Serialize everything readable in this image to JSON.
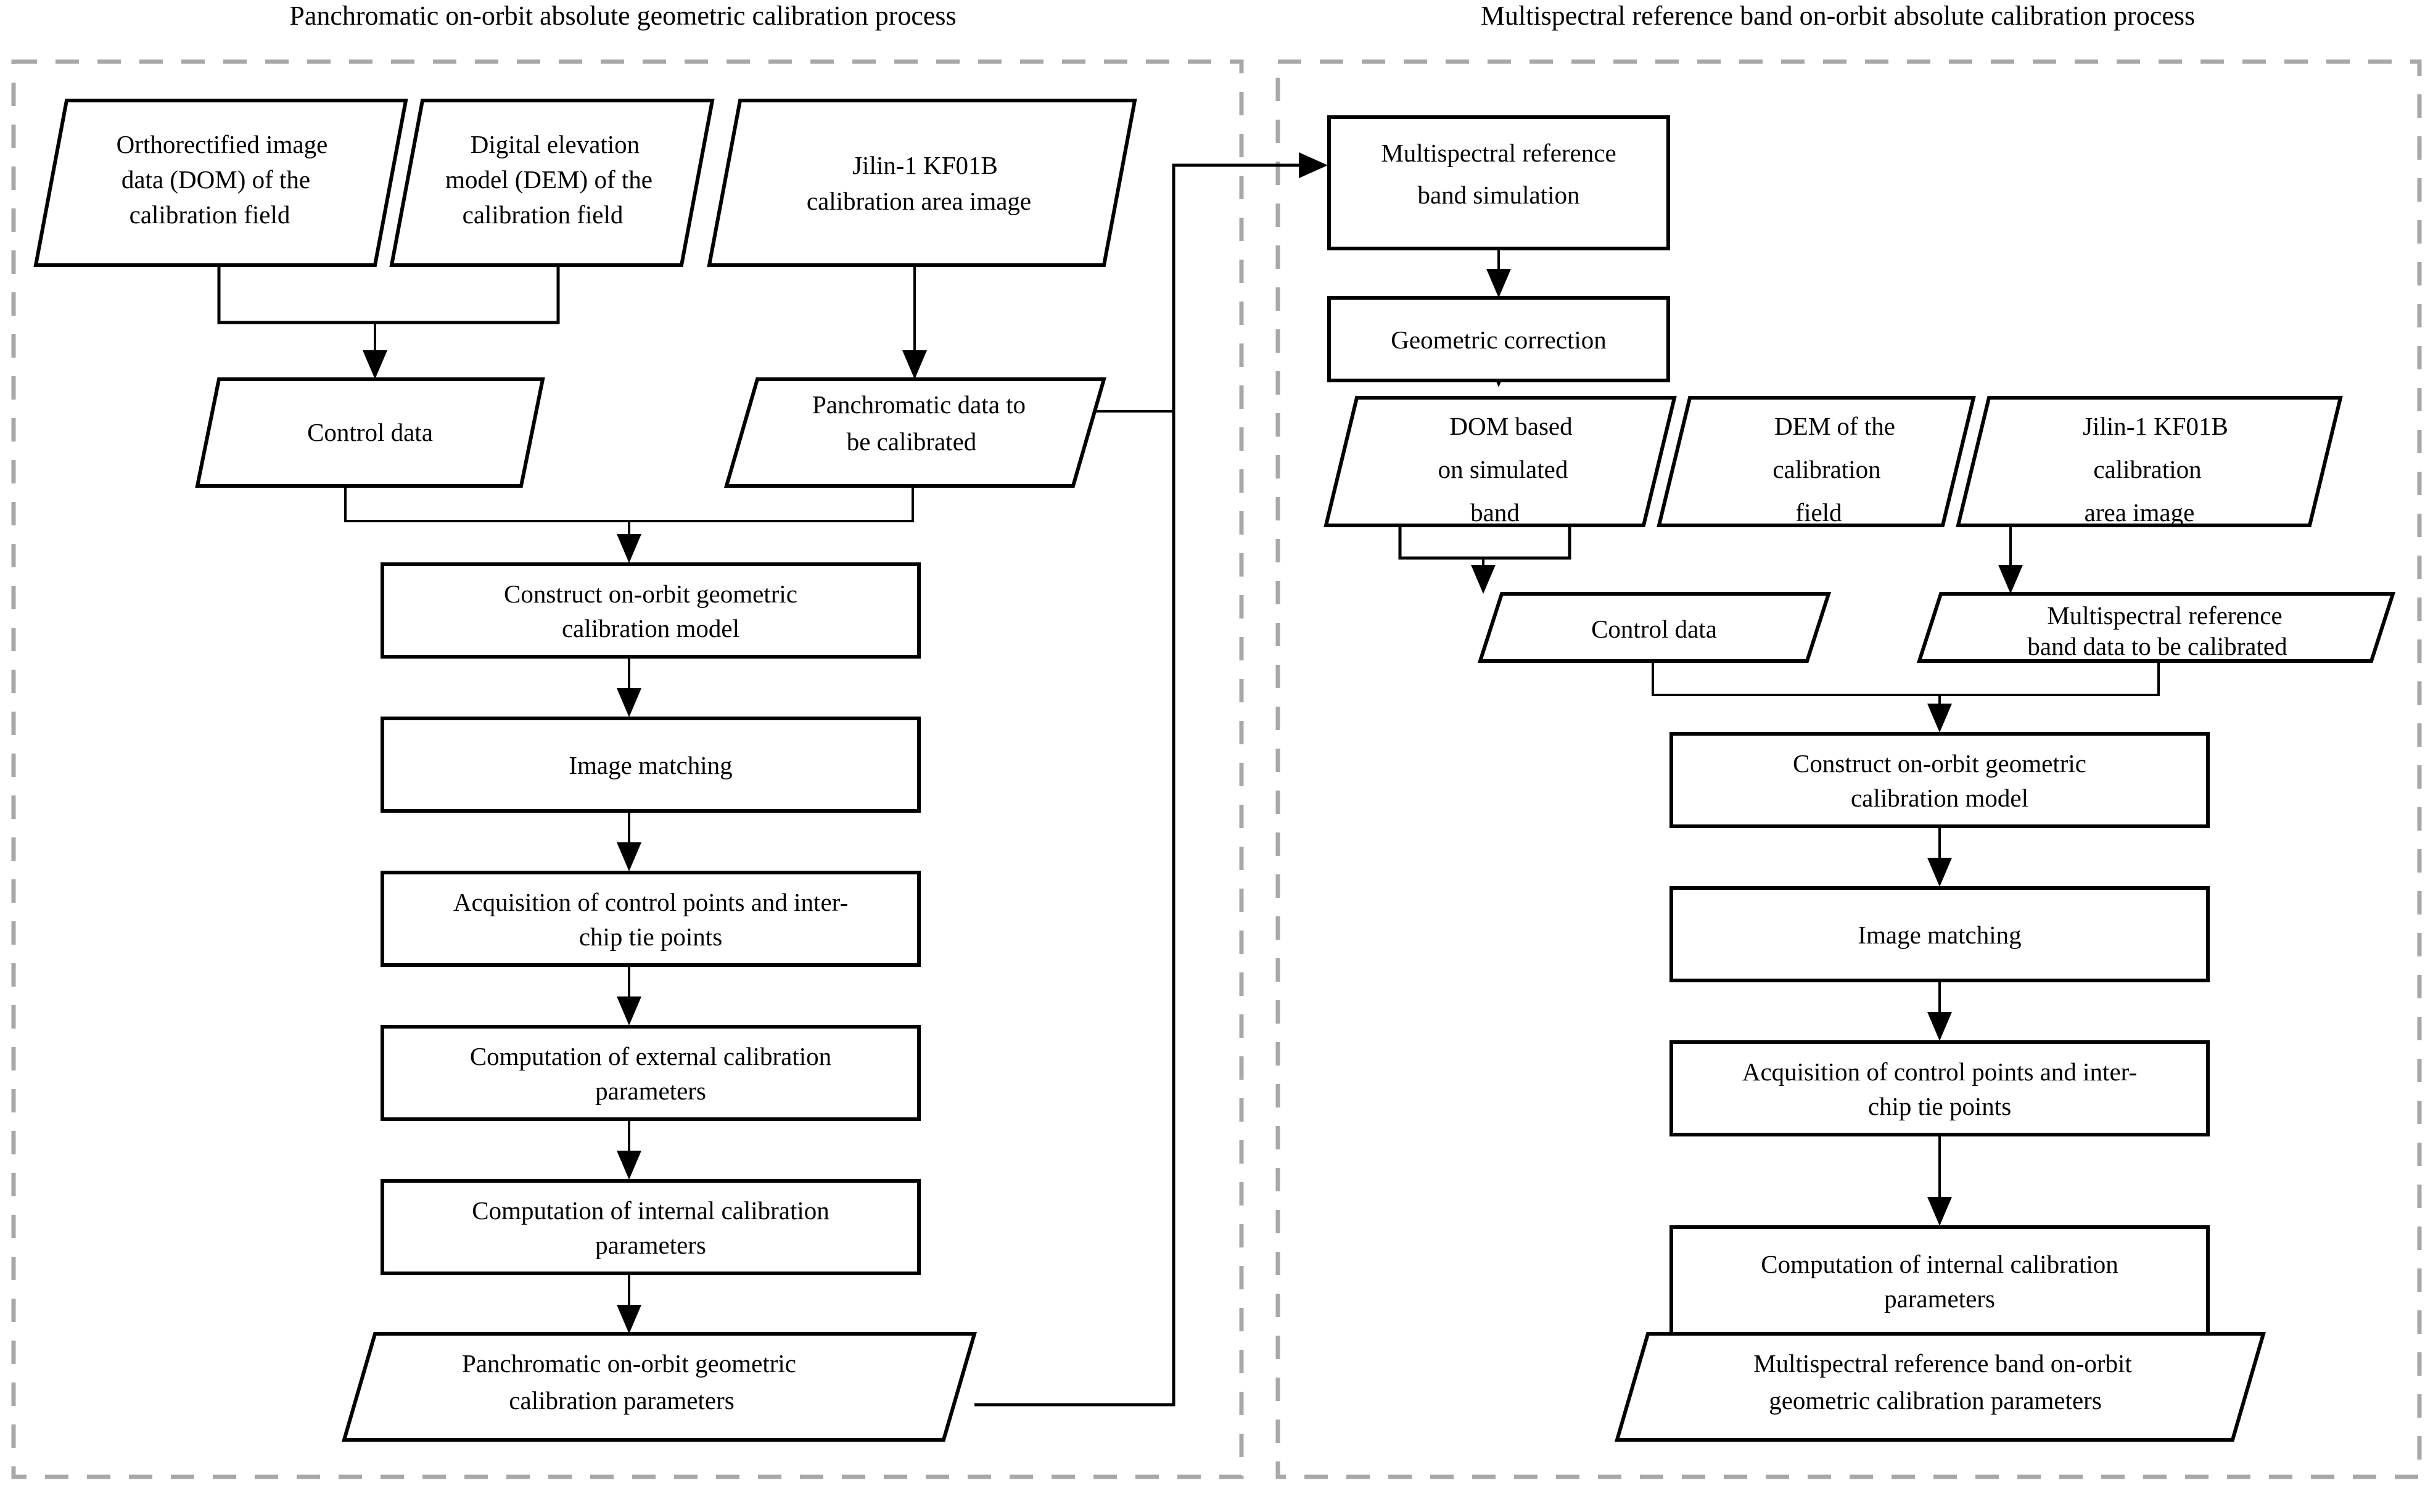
{
  "panels": [
    {
      "id": "panchromatic",
      "title": "Panchromatic on-orbit absolute geometric calibration process"
    },
    {
      "id": "multispectral",
      "title": "Multispectral reference band on-orbit absolute calibration process"
    }
  ],
  "colors": {
    "shape_stroke": "#000000",
    "shape_fill": "#ffffff",
    "dashed_frame": "#a8a8a8",
    "connector": "#000000",
    "text": "#000000"
  },
  "left_panel": {
    "nodes": [
      {
        "id": "dom",
        "shape": "parallelogram",
        "lines": [
          "Orthorectified image",
          "data (DOM) of the",
          "calibration field"
        ]
      },
      {
        "id": "dem",
        "shape": "parallelogram",
        "lines": [
          "Digital elevation",
          "model (DEM) of the",
          "calibration field"
        ]
      },
      {
        "id": "kf01b-image",
        "shape": "parallelogram",
        "lines": [
          "Jilin-1 KF01B",
          "calibration area image"
        ]
      },
      {
        "id": "control-data",
        "shape": "parallelogram",
        "lines": [
          "Control data"
        ]
      },
      {
        "id": "pan-data",
        "shape": "parallelogram",
        "lines": [
          "Panchromatic data to",
          "be calibrated"
        ]
      },
      {
        "id": "construct-model",
        "shape": "rect",
        "lines": [
          "Construct on-orbit geometric",
          "calibration model"
        ]
      },
      {
        "id": "image-matching",
        "shape": "rect",
        "lines": [
          "Image matching"
        ]
      },
      {
        "id": "acquisition",
        "shape": "rect",
        "lines": [
          "Acquisition of control points and inter-",
          "chip tie points"
        ]
      },
      {
        "id": "external-params",
        "shape": "rect",
        "lines": [
          "Computation of external calibration",
          "parameters"
        ]
      },
      {
        "id": "internal-params",
        "shape": "rect",
        "lines": [
          "Computation of internal calibration",
          "parameters"
        ]
      },
      {
        "id": "pan-output",
        "shape": "parallelogram",
        "lines": [
          "Panchromatic on-orbit geometric",
          "calibration parameters"
        ]
      }
    ]
  },
  "right_panel": {
    "nodes": [
      {
        "id": "band-simulation",
        "shape": "rect",
        "lines": [
          "Multispectral reference",
          "band simulation"
        ]
      },
      {
        "id": "geometric-correction",
        "shape": "rect",
        "lines": [
          "Geometric correction"
        ]
      },
      {
        "id": "dom-simulated",
        "shape": "parallelogram",
        "lines": [
          "DOM based",
          "on simulated",
          "band"
        ]
      },
      {
        "id": "dem-field",
        "shape": "parallelogram",
        "lines": [
          "DEM of the",
          "calibration",
          "field"
        ]
      },
      {
        "id": "kf01b-image-2",
        "shape": "parallelogram",
        "lines": [
          "Jilin-1 KF01B",
          "calibration",
          "area image"
        ]
      },
      {
        "id": "control-data-2",
        "shape": "parallelogram",
        "lines": [
          "Control data"
        ]
      },
      {
        "id": "ms-band-data",
        "shape": "parallelogram",
        "lines": [
          "Multispectral reference",
          "band data to be calibrated"
        ]
      },
      {
        "id": "construct-model-2",
        "shape": "rect",
        "lines": [
          "Construct on-orbit geometric",
          "calibration model"
        ]
      },
      {
        "id": "image-matching-2",
        "shape": "rect",
        "lines": [
          "Image matching"
        ]
      },
      {
        "id": "acquisition-2",
        "shape": "rect",
        "lines": [
          "Acquisition of control points and inter-",
          "chip tie points"
        ]
      },
      {
        "id": "internal-params-2",
        "shape": "rect",
        "lines": [
          "Computation of internal calibration",
          "parameters"
        ]
      },
      {
        "id": "ms-output",
        "shape": "parallelogram",
        "lines": [
          "Multispectral reference band on-orbit",
          "geometric calibration parameters"
        ]
      }
    ]
  }
}
